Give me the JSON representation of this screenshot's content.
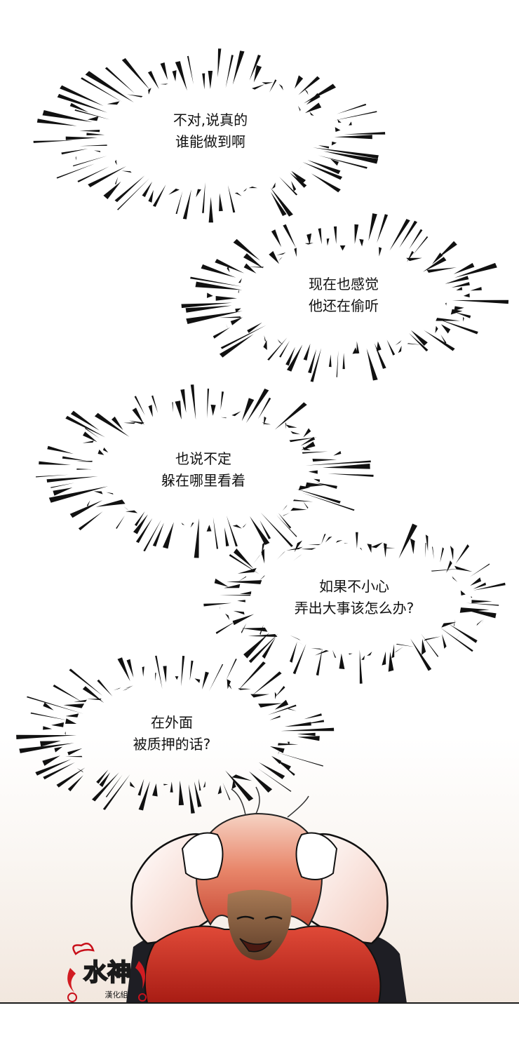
{
  "bubbles": [
    {
      "line1": "不对,说真的",
      "line2": "谁能做到啊"
    },
    {
      "line1": "现在也感觉",
      "line2": "他还在偷听"
    },
    {
      "line1": "也说不定",
      "line2": "躲在哪里看着"
    },
    {
      "line1": "如果不小心",
      "line2": "弄出大事该怎么办?"
    },
    {
      "line1": "在外面",
      "line2": "被质押的话?"
    }
  ],
  "logo": {
    "text": "水神",
    "subtext": "漢化組"
  },
  "colors": {
    "hair": "#e2735a",
    "jacket": "#c8281e",
    "ink": "#111111"
  }
}
